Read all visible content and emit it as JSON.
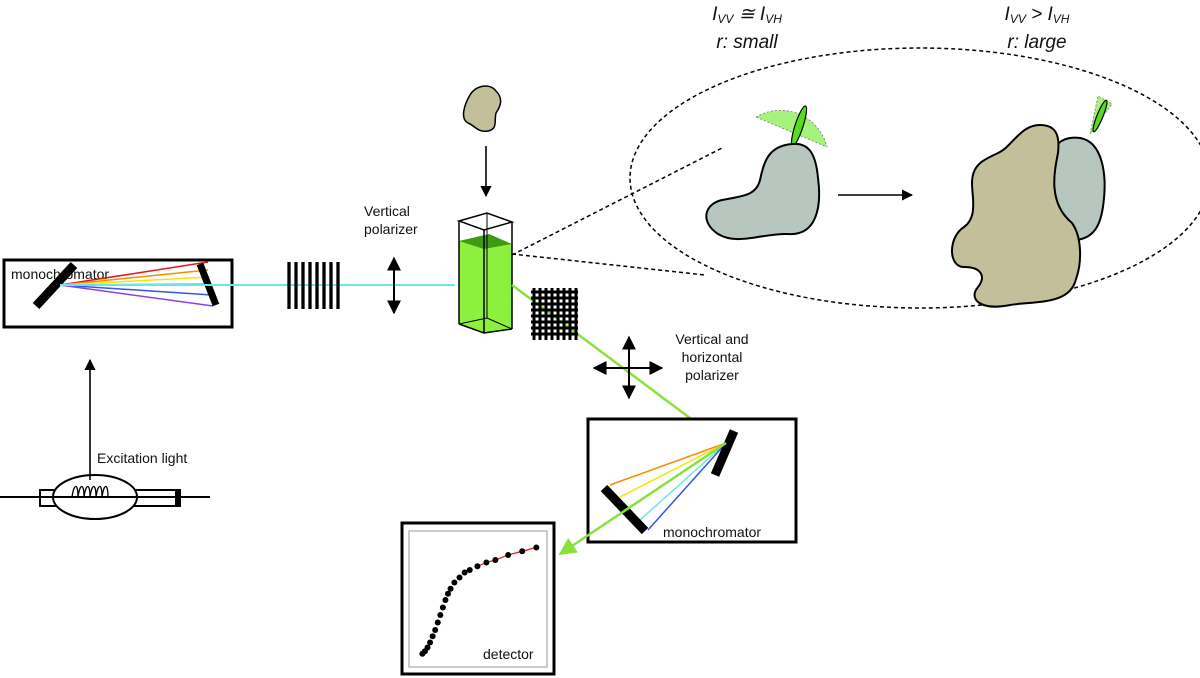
{
  "labels": {
    "mono1": "monochromator",
    "mono2": "monochromator",
    "vertical_polarizer_line1": "Vertical",
    "vertical_polarizer_line2": "polarizer",
    "vh_polarizer_line1": "Vertical and",
    "vh_polarizer_line2": "horizontal",
    "vh_polarizer_line3": "polarizer",
    "excitation": "Excitation light",
    "detector": "detector"
  },
  "states": [
    {
      "I": "I",
      "vv": "VV",
      "rel": "≅",
      "vh": "VH",
      "r_label": "r: small"
    },
    {
      "I": "I",
      "vv": "VV",
      "rel": ">",
      "vh": "VH",
      "r_label": "r: large"
    }
  ],
  "colors": {
    "excitation_beam": "#66e8e8",
    "emission_beam": "#88e23a",
    "cuvette_liquid": "#8cf03c",
    "cuvette_top": "#3f9a12",
    "small_molecule": "#b7c6bf",
    "large_molecule": "#c2bf9a",
    "fluorophore_glow": "#a6f27c",
    "fit_line": "#e02020",
    "spectrum": [
      "#e8151b",
      "#ff8a00",
      "#f5e600",
      "#55dd22",
      "#3355ee",
      "#8a44dd"
    ]
  },
  "detector_curve": {
    "description": "sigmoidal binding curve with red fit",
    "points_norm": [
      [
        0.05,
        0.05
      ],
      [
        0.07,
        0.07
      ],
      [
        0.09,
        0.1
      ],
      [
        0.11,
        0.14
      ],
      [
        0.13,
        0.19
      ],
      [
        0.15,
        0.24
      ],
      [
        0.17,
        0.3
      ],
      [
        0.19,
        0.36
      ],
      [
        0.21,
        0.42
      ],
      [
        0.23,
        0.48
      ],
      [
        0.25,
        0.53
      ],
      [
        0.27,
        0.57
      ],
      [
        0.3,
        0.62
      ],
      [
        0.34,
        0.66
      ],
      [
        0.38,
        0.7
      ],
      [
        0.42,
        0.72
      ],
      [
        0.48,
        0.75
      ],
      [
        0.55,
        0.78
      ],
      [
        0.62,
        0.8
      ],
      [
        0.72,
        0.84
      ],
      [
        0.83,
        0.87
      ],
      [
        0.94,
        0.9
      ]
    ]
  }
}
